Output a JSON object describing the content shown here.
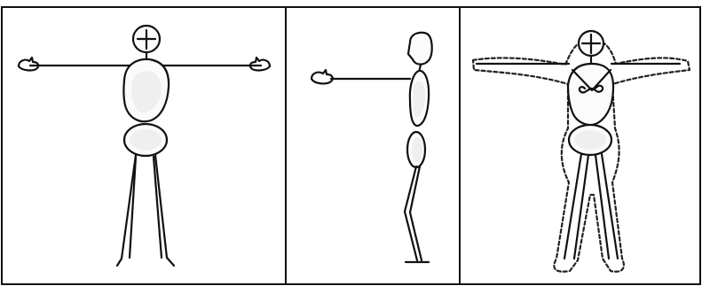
{
  "figure": {
    "panels": [
      {
        "view": "front",
        "outline": false
      },
      {
        "view": "side",
        "outline": false
      },
      {
        "view": "front",
        "outline": true
      }
    ]
  }
}
